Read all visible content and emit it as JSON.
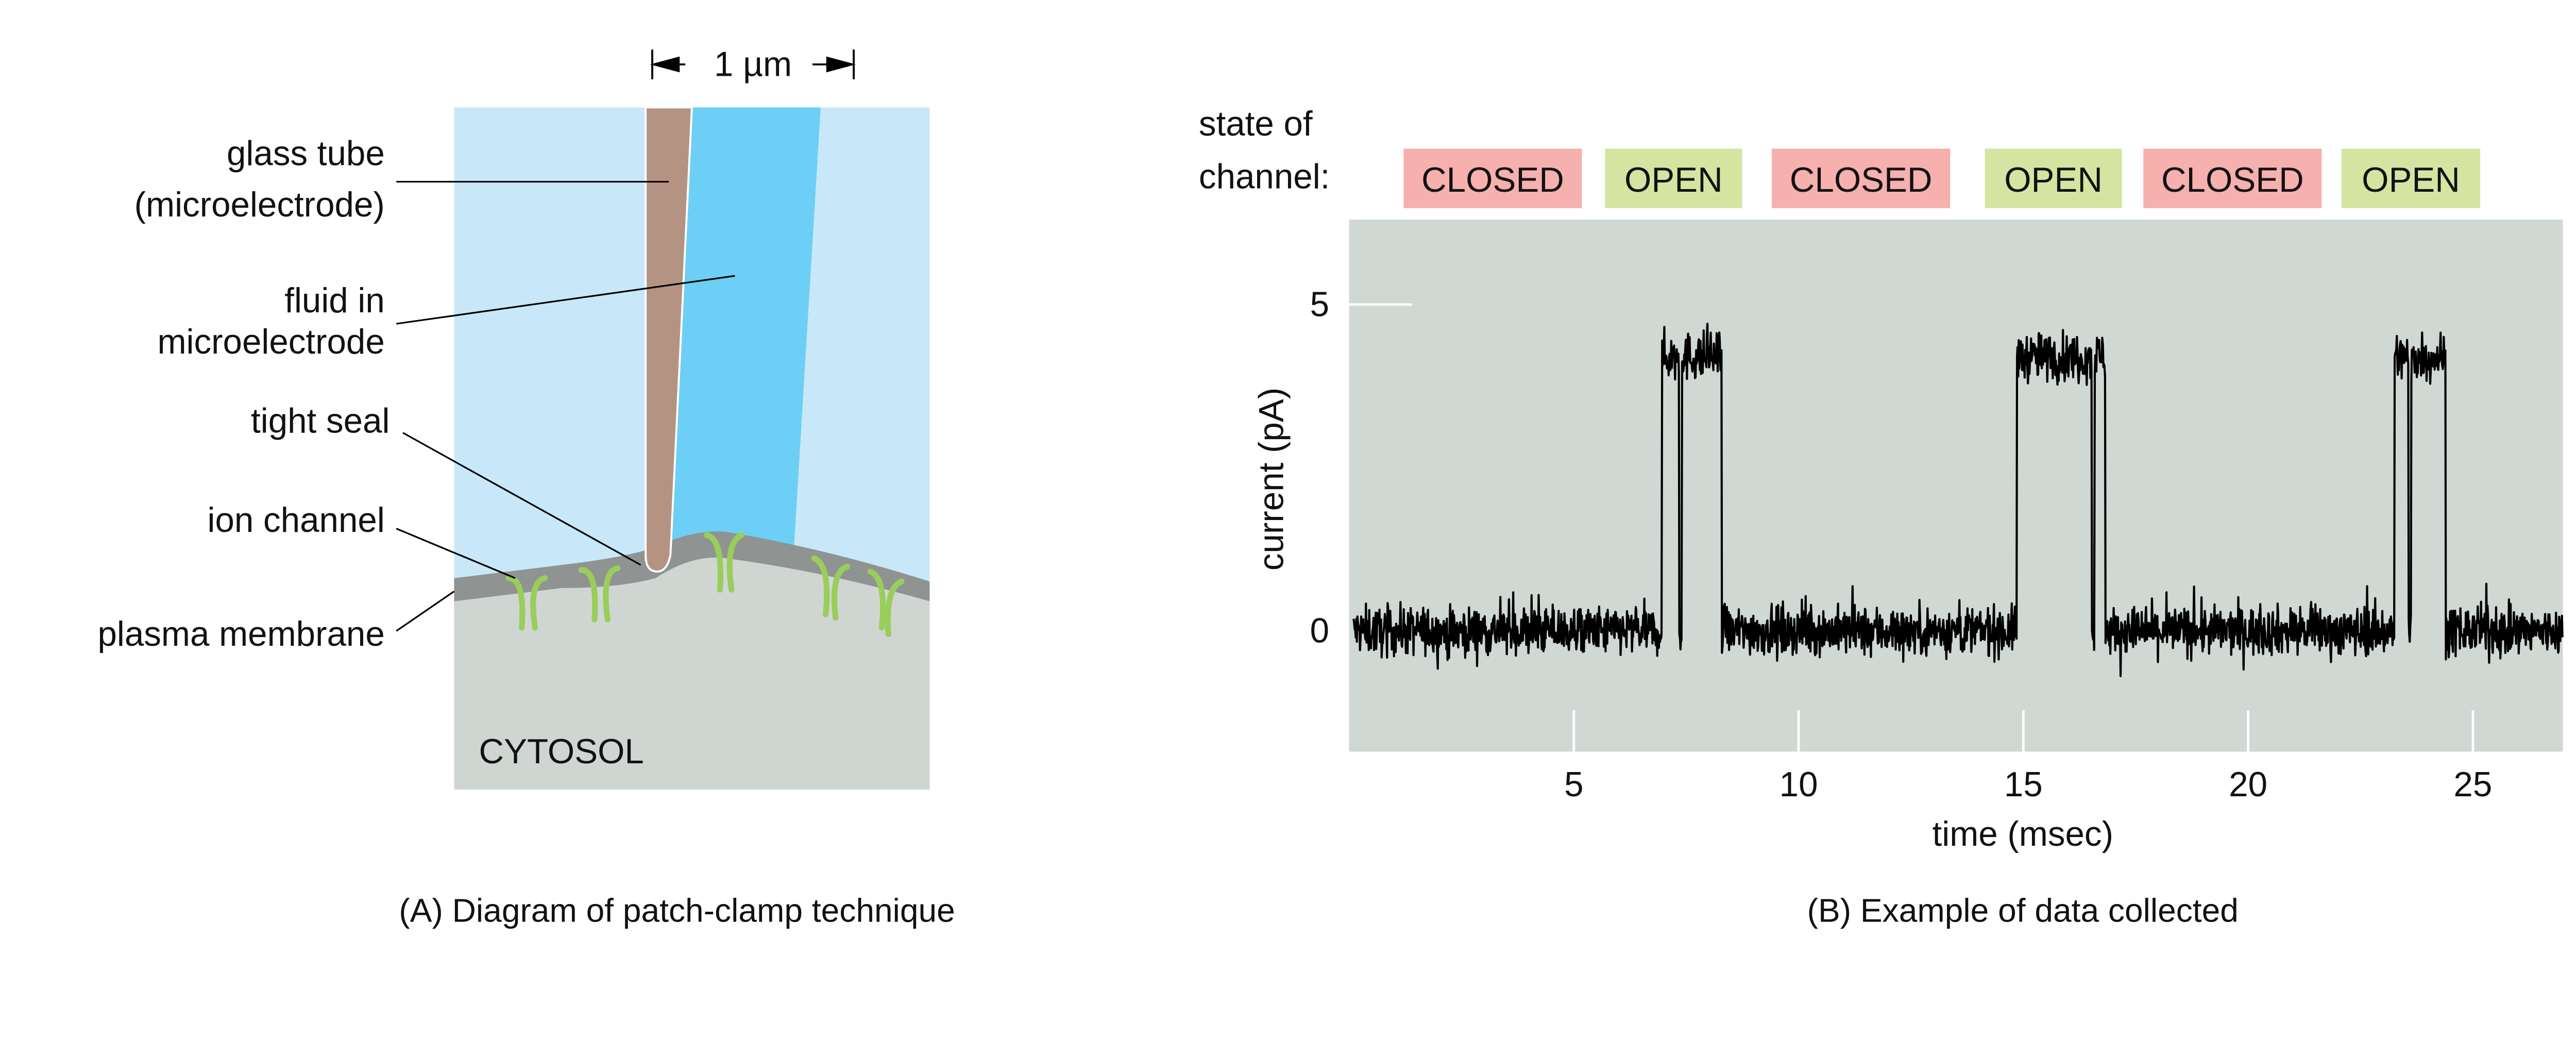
{
  "panel_a": {
    "scale_bar": "1 µm",
    "labels": {
      "glass_tube_1": "glass tube",
      "glass_tube_2": "(microelectrode)",
      "fluid_1": "fluid in",
      "fluid_2": "microelectrode",
      "tight_seal": "tight seal",
      "ion_channel": "ion channel",
      "plasma_membrane": "plasma membrane",
      "cytosol": "CYTOSOL"
    },
    "caption": "(A) Diagram of patch-clamp technique",
    "colors": {
      "extracellular": "#c8e8f9",
      "fluid": "#6dcff5",
      "glass": "#b59383",
      "membrane": "#8f9493",
      "cytosol": "#cfd6d2",
      "channel": "#9acd5b"
    }
  },
  "panel_b": {
    "state_label_1": "state of",
    "state_label_2": "channel:",
    "states": [
      {
        "label": "CLOSED",
        "kind": "closed"
      },
      {
        "label": "OPEN",
        "kind": "open"
      },
      {
        "label": "CLOSED",
        "kind": "closed"
      },
      {
        "label": "OPEN",
        "kind": "open"
      },
      {
        "label": "CLOSED",
        "kind": "closed"
      },
      {
        "label": "OPEN",
        "kind": "open"
      }
    ],
    "state_colors": {
      "closed": "#f6b0ae",
      "open": "#d5e5a1"
    },
    "caption": "(B) Example of data collected"
  },
  "chart_data": {
    "type": "line",
    "xlabel": "time (msec)",
    "ylabel": "current (pA)",
    "xlim": [
      0,
      27
    ],
    "ylim": [
      -1.85,
      6.3
    ],
    "xticks": [
      5,
      10,
      15,
      20,
      25
    ],
    "xtick_labels": [
      "5",
      "10",
      "15",
      "20",
      "25"
    ],
    "yticks": [
      0,
      5
    ],
    "ytick_labels": [
      "0",
      "5"
    ],
    "grid": false,
    "background": "#cfd8d3",
    "trace_color": "#000000",
    "closed_level_pA": 0,
    "open_level_pA": 4.2,
    "trace_start_ms": 0.1,
    "trace_end_ms": 27.0,
    "open_intervals_ms": [
      [
        6.96,
        8.29
      ],
      [
        14.86,
        16.82
      ],
      [
        23.25,
        24.39
      ]
    ],
    "brief_closures_ms": [
      [
        7.34,
        7.4
      ],
      [
        16.52,
        16.58
      ],
      [
        23.57,
        23.63
      ]
    ]
  }
}
